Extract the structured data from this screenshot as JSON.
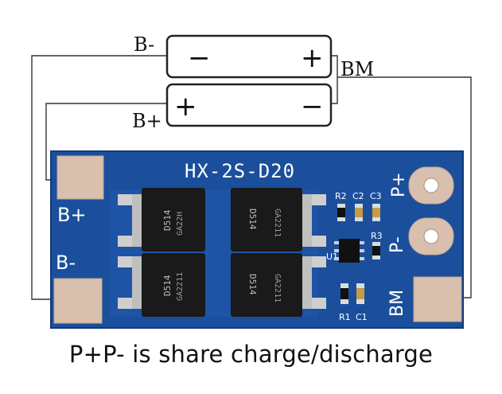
{
  "labels": {
    "b_minus": "B-",
    "b_plus": "B+",
    "bm": "BM",
    "minus_sign": "−",
    "plus_sign": "+"
  },
  "board": {
    "model": "HX-2S-D20",
    "pad_bplus": "B+",
    "pad_bminus": "B-",
    "pad_bm": "BM",
    "pad_pplus": "P+",
    "pad_pminus": "P-",
    "comp_r2": "R2",
    "comp_c2": "C2",
    "comp_c3": "C3",
    "comp_r3": "R3",
    "comp_u1": "U1",
    "comp_r1": "R1",
    "comp_c1": "C1",
    "chip_top": "D514",
    "chip_code_a": "GA22H",
    "chip_code_b": "GA2211",
    "colors": {
      "pcb": "#1b4f9c",
      "pad": "#d9bfae",
      "silk": "#ffffff"
    }
  },
  "caption": "P+P- is share charge/discharge"
}
